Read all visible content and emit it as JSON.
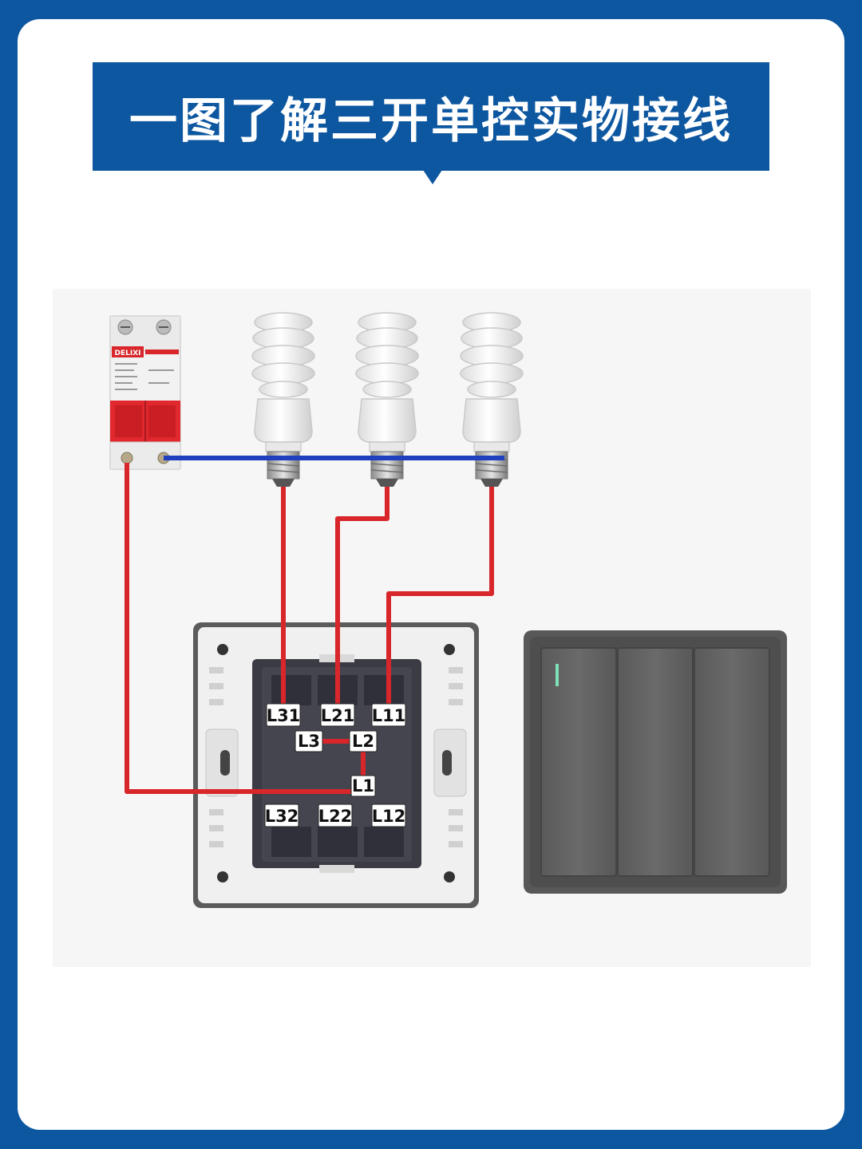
{
  "title": "一图了解三开单控实物接线",
  "breaker": {
    "brand": "DELIXI"
  },
  "terminals": {
    "top": [
      "L31",
      "L21",
      "L11"
    ],
    "bridge": [
      "L3",
      "L2",
      "L1"
    ],
    "bottom": [
      "L32",
      "L22",
      "L12"
    ]
  },
  "colors": {
    "theme_blue": "#0d57a0",
    "live_wire": "#d8262b",
    "neutral_wire": "#1f3fbf",
    "switch_body": "#5e5e5e"
  },
  "icons": [
    "circuit-breaker-icon",
    "cfl-bulb-icon",
    "switch-back-icon",
    "triple-rocker-switch-icon"
  ]
}
